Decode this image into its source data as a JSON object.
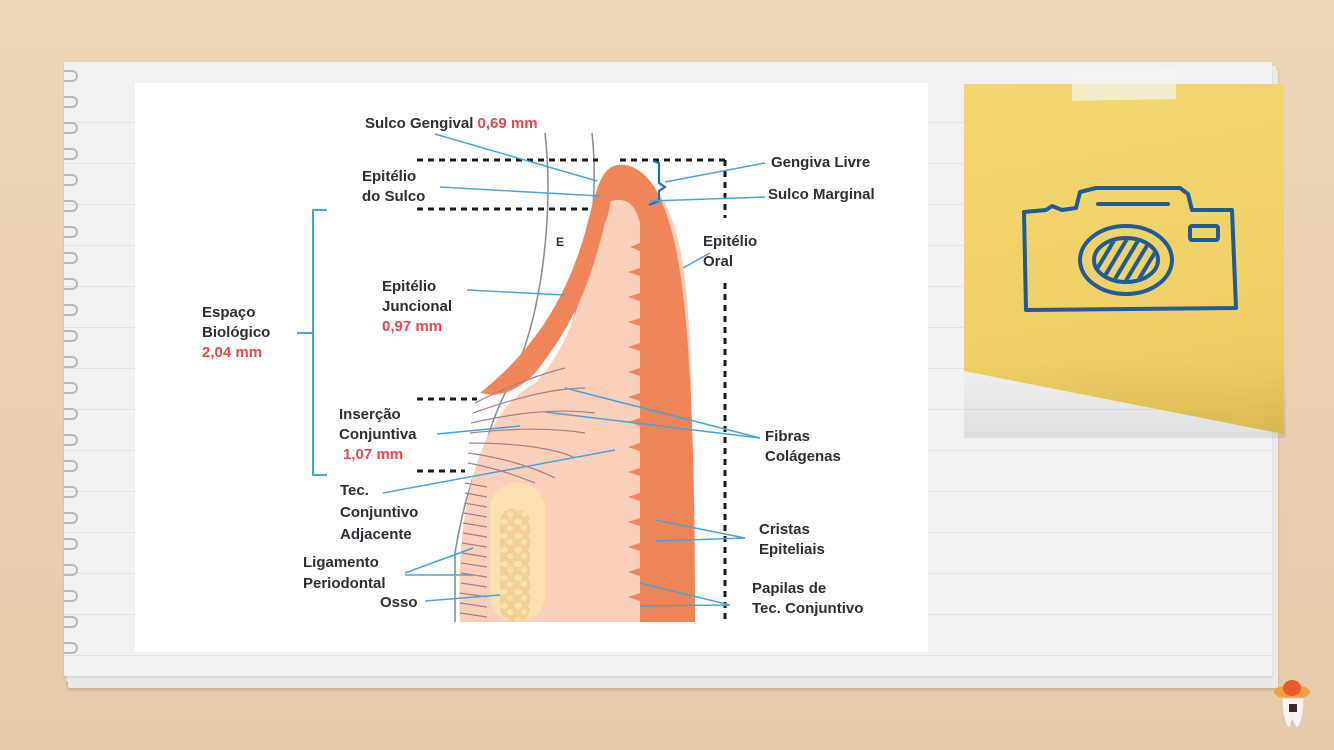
{
  "diagram": {
    "title_hidden": "Espaço Biológico - anatomia periodontal",
    "labels": {
      "sulco_gengival": "Sulco Gengival",
      "sulco_gengival_value": "0,69 mm",
      "epitelio_do_sulco_1": "Epitélio",
      "epitelio_do_sulco_2": "do Sulco",
      "gengiva_livre": "Gengiva Livre",
      "sulco_marginal": "Sulco Marginal",
      "epitelio_oral_1": "Epitélio",
      "epitelio_oral_2": "Oral",
      "esmalte": "E",
      "espaco_biologico_1": "Espaço",
      "espaco_biologico_2": "Biológico",
      "espaco_biologico_value": "2,04 mm",
      "epitelio_juncional_1": "Epitélio",
      "epitelio_juncional_2": "Juncional",
      "epitelio_juncional_value": "0,97 mm",
      "insercao_conjuntiva_1": "Inserção",
      "insercao_conjuntiva_2": "Conjuntiva",
      "insercao_conjuntiva_value": "1,07 mm",
      "tec_conjuntivo_1": "Tec.",
      "tec_conjuntivo_2": "Conjuntivo",
      "tec_conjuntivo_3": "Adjacente",
      "ligamento_1": "Ligamento",
      "ligamento_2": "Periodontal",
      "osso": "Osso",
      "fibras_1": "Fibras",
      "fibras_2": "Colágenas",
      "cristas_1": "Cristas",
      "cristas_2": "Epiteliais",
      "papilas_1": "Papilas de",
      "papilas_2": "Tec. Conjuntivo"
    },
    "colors": {
      "epithelium": "#f0855a",
      "connective": "#fbd0bb",
      "bone": "#fbe1b0",
      "leader_line": "#4aa3d8",
      "value_red": "#e4474d",
      "text": "#2e2e36"
    }
  },
  "sticky_note": {
    "icon": "camera-icon",
    "color": "#f1d46b",
    "ink": "#1f5b96"
  }
}
